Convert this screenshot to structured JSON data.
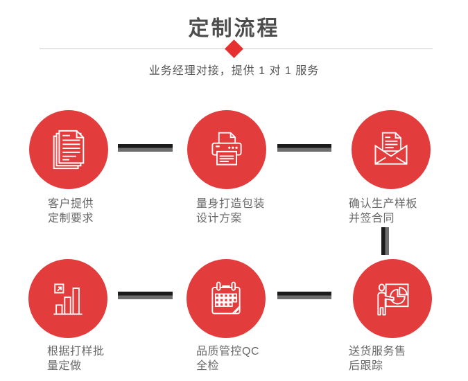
{
  "header": {
    "title": "定制流程",
    "subtitle": "业务经理对接，提供 1 对 1 服务"
  },
  "colors": {
    "circle_red": "#e23c3c",
    "diamond_red": "#e62f2f",
    "connector_dark": "#1b1b1b",
    "connector_gray": "#6e6e6e",
    "title_text": "#4d4d4d",
    "label_text": "#686868",
    "divider_line": "#cdcdcd",
    "icon_stroke": "#ffffff"
  },
  "steps": [
    {
      "icon": "documents-icon",
      "lines": [
        "客户提供",
        "定制要求"
      ]
    },
    {
      "icon": "printer-icon",
      "lines": [
        "量身打造包装",
        "设计方案"
      ]
    },
    {
      "icon": "envelope-icon",
      "lines": [
        "确认生产样板",
        "并签合同"
      ]
    },
    {
      "icon": "bar-chart-icon",
      "lines": [
        "根据打样批",
        "量定做"
      ]
    },
    {
      "icon": "calendar-icon",
      "lines": [
        "品质管控QC",
        "全检"
      ]
    },
    {
      "icon": "presentation-icon",
      "lines": [
        "送货服务售",
        "后跟踪"
      ]
    }
  ]
}
